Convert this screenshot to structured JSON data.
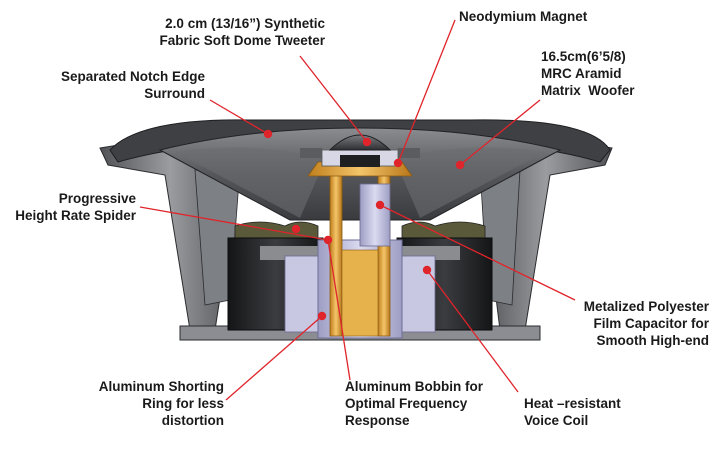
{
  "diagram": {
    "colors": {
      "leader": "#e0242b",
      "marker": "#e0242b",
      "cone": "#4a4c50",
      "basket": "#6d7075",
      "magnet": "#1c1d1f",
      "gold": "#e2a535",
      "lavender": "#b6b6d8"
    },
    "labels": [
      {
        "id": "tweeter",
        "text": "2.0 cm (13/16”) Synthetic\nFabric Soft Dome Tweeter"
      },
      {
        "id": "magnet",
        "text": "Neodymium Magnet"
      },
      {
        "id": "woofer",
        "text": "16.5cm(6’5/8)\nMRC Aramid\nMatrix  Woofer"
      },
      {
        "id": "surround",
        "text": "Separated Notch Edge\nSurround"
      },
      {
        "id": "spider",
        "text": "Progressive\nHeight Rate Spider"
      },
      {
        "id": "capacitor",
        "text": "Metalized Polyester\nFilm Capacitor for\nSmooth High-end"
      },
      {
        "id": "shorting-ring",
        "text": "Aluminum Shorting\nRing for less\ndistortion"
      },
      {
        "id": "bobbin",
        "text": "Aluminum Bobbin for\nOptimal Frequency\nResponse"
      },
      {
        "id": "voice-coil",
        "text": "Heat –resistant\nVoice Coil"
      }
    ]
  }
}
